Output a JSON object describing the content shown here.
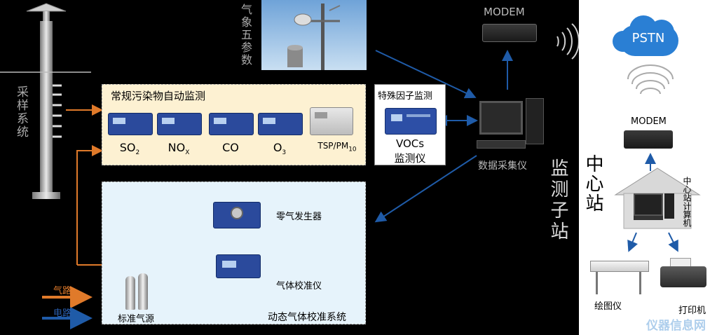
{
  "sampling": {
    "label": "采样系统"
  },
  "weather": {
    "label": "气象五参数"
  },
  "routine_box": {
    "title": "常规污染物自动监测",
    "analyzers": [
      {
        "main": "SO",
        "sub": "2"
      },
      {
        "main": "NO",
        "sub": "X"
      },
      {
        "main": "CO",
        "sub": ""
      },
      {
        "main": "O",
        "sub": "3"
      },
      {
        "main": "TSP/PM",
        "sub": "10"
      }
    ]
  },
  "special_box": {
    "title": "特殊因子监测",
    "instrument_line1": "VOCs",
    "instrument_line2": "监测仪"
  },
  "calibration": {
    "zero_gas": "零气发生器",
    "calibrator": "气体校准仪",
    "standard_gas": "标准气源",
    "system_label": "动态气体校准系统"
  },
  "legend": {
    "gas": "气路",
    "electric": "电路"
  },
  "substation": {
    "modem": "MODEM",
    "datalogger": "数据采集仪",
    "label": "监测子站"
  },
  "center": {
    "pstn": "PSTN",
    "modem": "MODEM",
    "label": "中心站",
    "computer": "中心站计算机",
    "plotter": "绘图仪",
    "printer": "打印机",
    "watermark": "仪器信息网"
  },
  "colors": {
    "gas_line": "#e07a2a",
    "electric_line": "#1f4e9c",
    "routine_bg": "#fdf1d2",
    "calib_bg": "#e6f3fb",
    "center_bg": "#ffffff",
    "cloud": "#2a7fd4"
  }
}
